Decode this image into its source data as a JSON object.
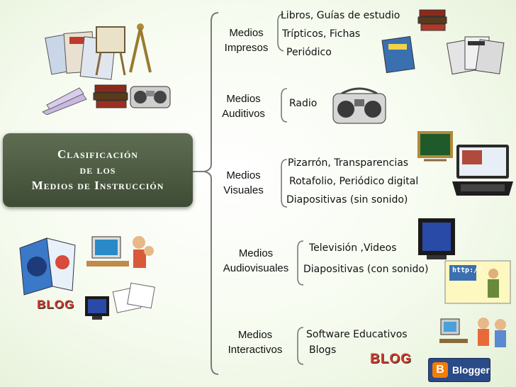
{
  "title": {
    "line1": "Clasificación",
    "line2": "de los",
    "line3": "Medios de Instrucción"
  },
  "categories": [
    {
      "line1": "Medios",
      "line2": "Impresos",
      "items": [
        "Libros, Guías de estudio",
        "Trípticos, Fichas",
        "Periódico"
      ]
    },
    {
      "line1": "Medios",
      "line2": "Auditivos",
      "items": [
        "Radio"
      ]
    },
    {
      "line1": "Medios",
      "line2": "Visuales",
      "items": [
        "Pizarrón, Transparencias",
        "Rotafolio, Periódico digital",
        "Diapositivas (sin sonido)"
      ]
    },
    {
      "line1": "Medios",
      "line2": "Audiovisuales",
      "items": [
        "Televisión ,Videos",
        "Diapositivas (con sonido)"
      ]
    },
    {
      "line1": "Medios",
      "line2": "Interactivos",
      "items": [
        "Software Educativos",
        "Blogs"
      ]
    }
  ],
  "badges": {
    "blog": "BLOG",
    "http": "http://",
    "blogger": "Blogger",
    "blogger_b": "B"
  },
  "colors": {
    "title_bg": "#4c5a41",
    "bracket": "#7a7a7a"
  }
}
